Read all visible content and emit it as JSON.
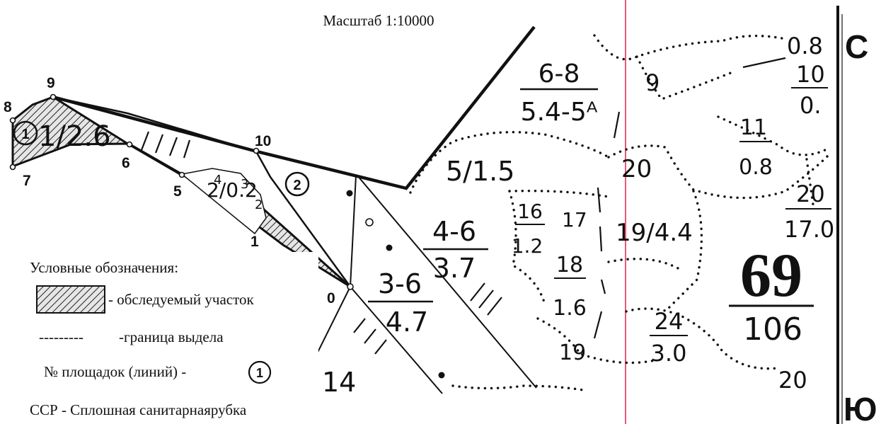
{
  "header": {
    "subtitle": "Масштаб 1:10000"
  },
  "compass": {
    "north": "С",
    "south": "Ю"
  },
  "point_numbers": [
    "9",
    "8",
    "7",
    "6",
    "10",
    "5",
    "1",
    "0"
  ],
  "plot_numbers": [
    "1",
    "2"
  ],
  "survey_plot_label": "1/2.6",
  "hatched_label": "2/0.2",
  "small_digits": [
    "4",
    "3",
    "2"
  ],
  "stand_labels": {
    "s1": {
      "top": "6-8",
      "bottom": "5.4-5ᴬ"
    },
    "s2": {
      "main": "5/1.5"
    },
    "s3": {
      "top": "4-6",
      "bottom": "3.7"
    },
    "s4": {
      "top": "3-6",
      "bottom": "4.7"
    },
    "s5": {
      "main": "14"
    },
    "s6": {
      "top": "16",
      "bottom": "1.2"
    },
    "s7": {
      "main": "17"
    },
    "s8": {
      "top": "18",
      "bottom": "1.6"
    },
    "s9": {
      "main": "19"
    },
    "s10": {
      "main": "19/4.4"
    },
    "s11": {
      "main": "20"
    },
    "s12": {
      "top": "24",
      "bottom": "3.0"
    },
    "s13": {
      "main": "20"
    },
    "s14": {
      "top": "11",
      "bottom": "0.8"
    },
    "s15": {
      "top": "20",
      "bottom": "17.0"
    },
    "s16": {
      "main": "0.8"
    },
    "s17": {
      "top": "10",
      "bottom": "0."
    },
    "s18": {
      "main": "9"
    }
  },
  "quarter": {
    "number": "69",
    "area": "106"
  },
  "legend": {
    "title": "Условные обозначения:",
    "surveyed": "- обследуемый участок",
    "boundary_dashes": "---------",
    "boundary": "-граница выдела",
    "plots_prefix": "№ площадок (линий) -",
    "plots_symbol": "1",
    "ssr": "ССР -  Сплошная санитарнаярубка"
  },
  "colors": {
    "ink": "#111111",
    "red_line": "#e0204a",
    "hatch_fill": "#cfcfcf"
  }
}
